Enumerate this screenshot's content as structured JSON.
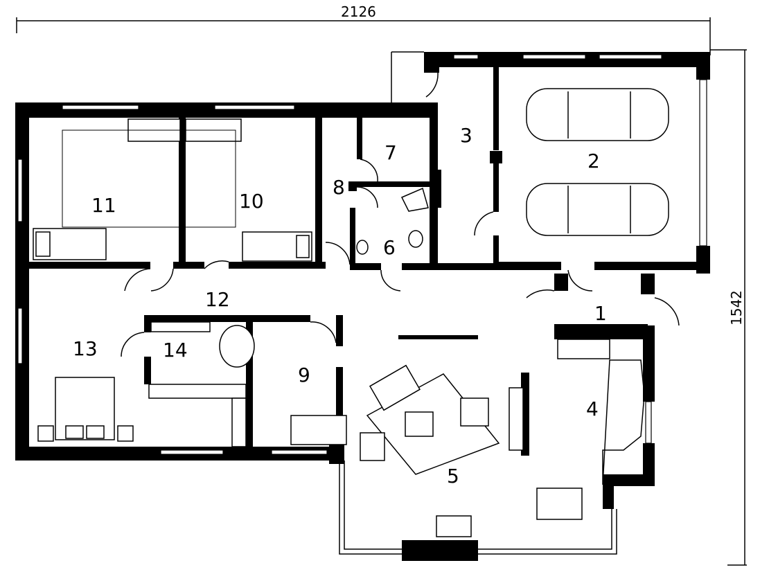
{
  "dimensions": {
    "width": "2126",
    "height": "1542"
  },
  "rooms": [
    {
      "id": "1",
      "label": "1"
    },
    {
      "id": "2",
      "label": "2"
    },
    {
      "id": "3",
      "label": "3"
    },
    {
      "id": "4",
      "label": "4"
    },
    {
      "id": "5",
      "label": "5"
    },
    {
      "id": "6",
      "label": "6"
    },
    {
      "id": "7",
      "label": "7"
    },
    {
      "id": "8",
      "label": "8"
    },
    {
      "id": "9",
      "label": "9"
    },
    {
      "id": "10",
      "label": "10"
    },
    {
      "id": "11",
      "label": "11"
    },
    {
      "id": "12",
      "label": "12"
    },
    {
      "id": "13",
      "label": "13"
    },
    {
      "id": "14",
      "label": "14"
    }
  ]
}
